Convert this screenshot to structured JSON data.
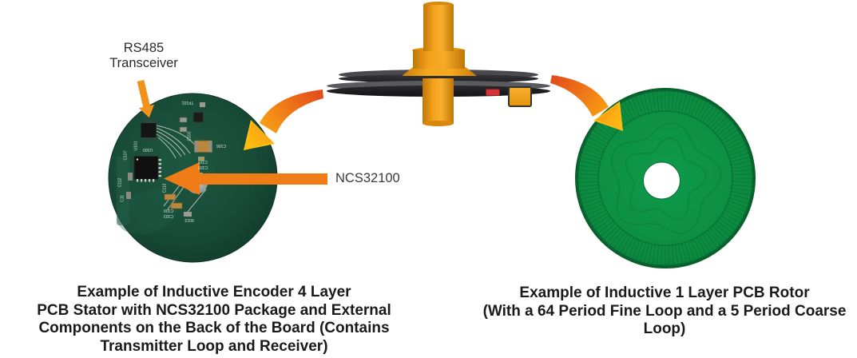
{
  "colors": {
    "arrow_orange": "#F07C17",
    "pcb_dark_green": "#17493A",
    "rotor_green": "#0D9144",
    "shaft_orange": "#F5A21D"
  },
  "left_panel": {
    "rs485_label_line1": "RS485",
    "rs485_label_line2": "Transceiver",
    "ncs_label": "NCS32100",
    "caption_lines": [
      "Example of Inductive Encoder 4 Layer",
      "PCB Stator with NCS32100 Package and External",
      "Components on the Back of the Board (Contains",
      "Transmitter Loop and Receiver)"
    ],
    "silkscreen": {
      "tp101": "TP101",
      "u101": "U101",
      "u100": "U100",
      "c107": "C107",
      "c106": "C106",
      "c110": "C110",
      "c109": "C109",
      "c113": "C113",
      "c100": "C100",
      "c103": "C103",
      "c112": "C112",
      "c11": "C11",
      "c102": "C102",
      "r013": "0013"
    }
  },
  "right_panel": {
    "caption_lines": [
      "Example of Inductive 1 Layer PCB Rotor",
      "(With a 64 Period Fine Loop and a 5 Period Coarse",
      "Loop)"
    ],
    "fine_periods": 64,
    "coarse_periods": 5
  }
}
